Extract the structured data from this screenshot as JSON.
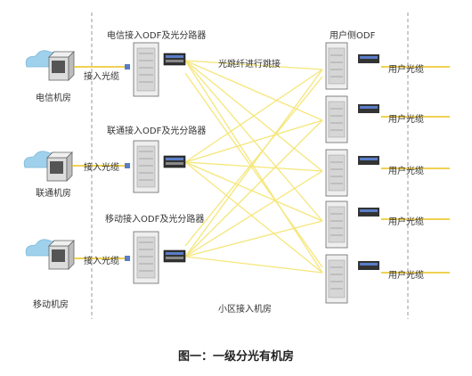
{
  "left": {
    "sources": [
      {
        "room": "电信机房",
        "cable_label": "接入光缆",
        "odf_title": "电信接入ODF及光分路器"
      },
      {
        "room": "联通机房",
        "cable_label": "接入光缆",
        "odf_title": "联通接入ODF及光分路器"
      },
      {
        "room": "移动机房",
        "cable_label": "接入光缆",
        "odf_title": "移动接入ODF及光分路器"
      }
    ]
  },
  "center": {
    "jumper_label": "光跳纤进行跳接",
    "zone_label": "小区接入机房"
  },
  "right": {
    "odf_title": "用户侧ODF",
    "user_cables": [
      "用户光缆",
      "用户光缆",
      "用户光缆",
      "用户光缆",
      "用户光缆"
    ]
  },
  "caption": "图一：一级分光有机房",
  "colors": {
    "fiber": "#f5e67a",
    "cable": "#ecc21c",
    "cloud": "#9fd1ec",
    "rack": "#e6e6e6",
    "divider": "#999999"
  }
}
